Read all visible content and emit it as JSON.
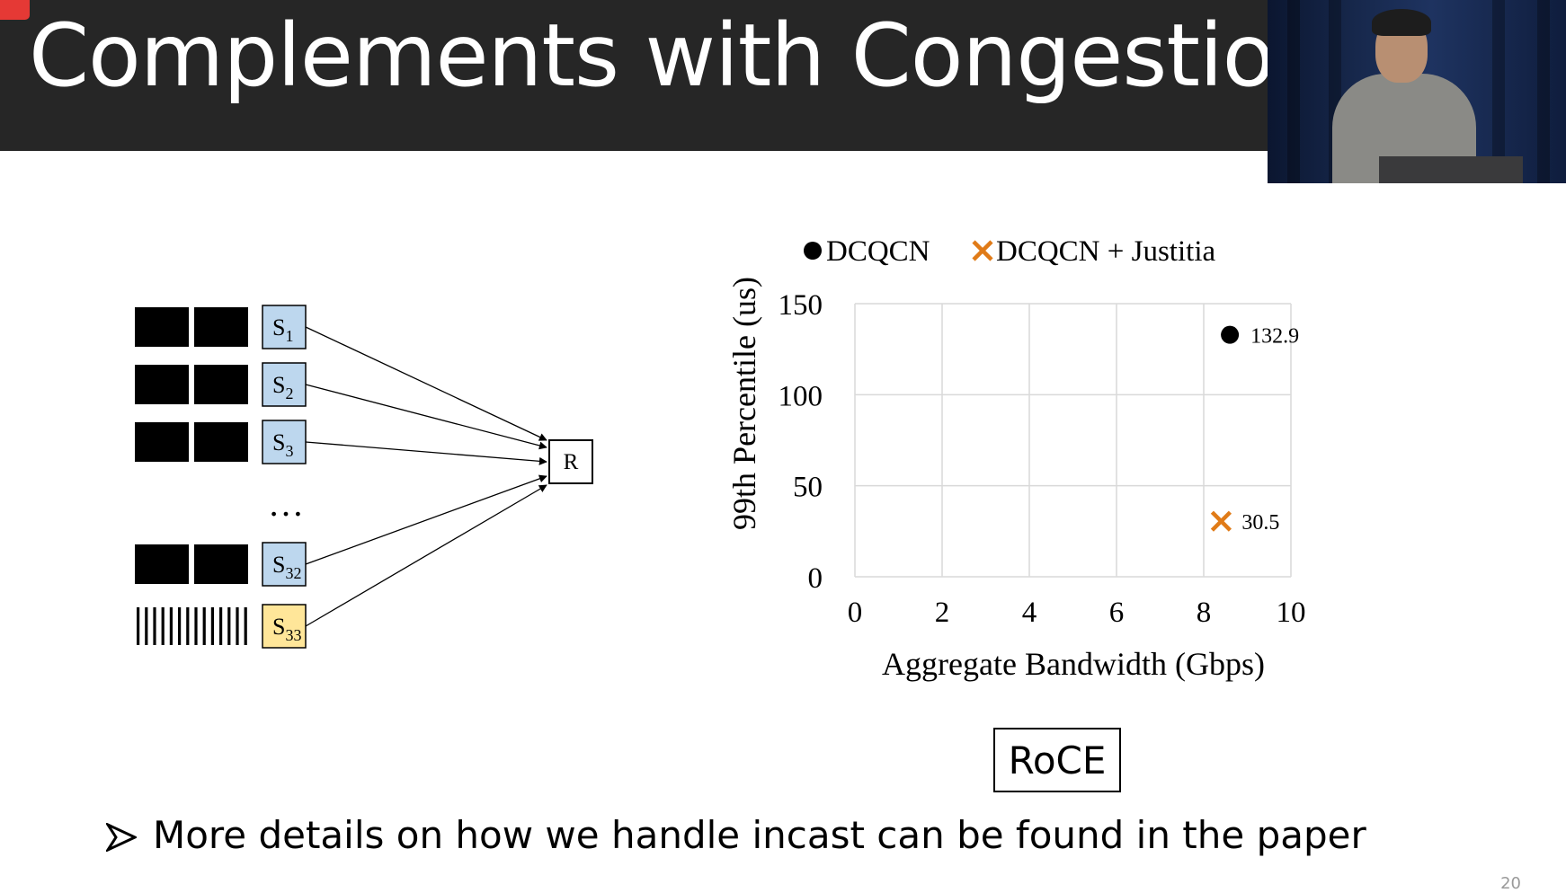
{
  "slide": {
    "title": "Complements with Congestion C",
    "bullet": "More details on how we handle incast can be found in the paper",
    "roce_label": "RoCE",
    "slide_number": "20"
  },
  "diagram": {
    "senders": [
      {
        "label": "S",
        "subscript": "1",
        "kind": "blocks",
        "color": "#bdd7ee"
      },
      {
        "label": "S",
        "subscript": "2",
        "kind": "blocks",
        "color": "#bdd7ee"
      },
      {
        "label": "S",
        "subscript": "3",
        "kind": "blocks",
        "color": "#bdd7ee"
      },
      {
        "label": "S",
        "subscript": "32",
        "kind": "blocks",
        "color": "#bdd7ee"
      },
      {
        "label": "S",
        "subscript": "33",
        "kind": "stripes",
        "color": "#ffe699"
      }
    ],
    "ellipsis": "…",
    "receiver": "R"
  },
  "chart_data": {
    "type": "scatter",
    "xlabel": "Aggregate Bandwidth (Gbps)",
    "ylabel": "99th Percentile (us)",
    "xlim": [
      0,
      10
    ],
    "ylim": [
      0,
      150
    ],
    "xticks": [
      0,
      2,
      4,
      6,
      8,
      10
    ],
    "yticks": [
      0,
      50,
      100,
      150
    ],
    "grid": true,
    "legend": "top",
    "series": [
      {
        "name": "DCQCN",
        "marker": "circle",
        "color": "#000000",
        "points": [
          {
            "x": 8.6,
            "y": 132.9,
            "label": "132.9"
          }
        ]
      },
      {
        "name": "DCQCN + Justitia",
        "marker": "x",
        "color": "#e07b18",
        "points": [
          {
            "x": 8.4,
            "y": 30.5,
            "label": "30.5"
          }
        ]
      }
    ]
  },
  "icons": {
    "bullet_icon": "arrowhead-bullet-icon",
    "badge_icon": "red-corner-badge-icon"
  }
}
